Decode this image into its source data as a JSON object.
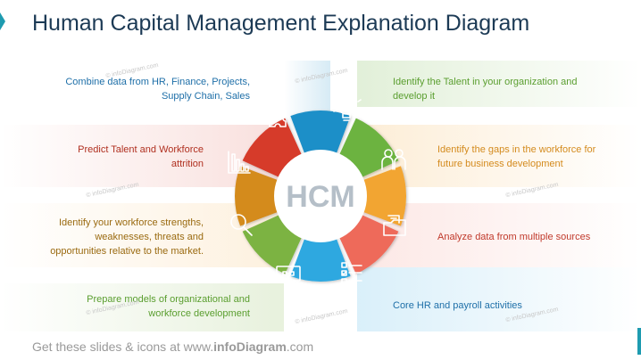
{
  "title": "Human Capital Management Explanation Diagram",
  "center": "HCM",
  "watermark": "© infoDiagram.com",
  "footer": {
    "prefix": "Get these slides & icons at www.",
    "brand": "infoDiagram",
    "suffix": ".com"
  },
  "colors": {
    "blue": "#1e8fc8",
    "green": "#6cb33f",
    "red": "#d63a2a",
    "orange": "#f2a531",
    "dark_orange": "#d48b1e",
    "light_green": "#7cb342",
    "salmon": "#ee6b5a",
    "sky": "#2fa8e0",
    "title": "#1c3a55",
    "center_text": "#b5bfc8"
  },
  "segments": [
    {
      "id": "combine",
      "text": "Combine data from HR, Finance, Projects, Supply Chain, Sales",
      "color": "#1e6fa8",
      "icon": "puzzle-icon"
    },
    {
      "id": "identify-talent",
      "text": "Identify the Talent in your organization and develop it",
      "color": "#5a9e2f",
      "icon": "lightbulb-icon"
    },
    {
      "id": "gaps",
      "text": "Identify the gaps in the workforce for future business development",
      "color": "#d48b1e",
      "icon": "people-icon"
    },
    {
      "id": "analyze",
      "text": "Analyze data from multiple sources",
      "color": "#c0392b",
      "icon": "folder-icon"
    },
    {
      "id": "core-hr",
      "text": "Core HR and payroll activities",
      "color": "#1e6fa8",
      "icon": "checklist-icon"
    },
    {
      "id": "prepare",
      "text": "Prepare models of organizational and workforce development",
      "color": "#5a9e2f",
      "icon": "org-chart-icon"
    },
    {
      "id": "strengths",
      "text": "Identify your workforce strengths, weaknesses, threats and opportunities relative to the market.",
      "color": "#9a6a10",
      "icon": "magnifier-icon"
    },
    {
      "id": "predict",
      "text": "Predict Talent and Workforce attrition",
      "color": "#b03020",
      "icon": "bar-chart-icon"
    }
  ]
}
